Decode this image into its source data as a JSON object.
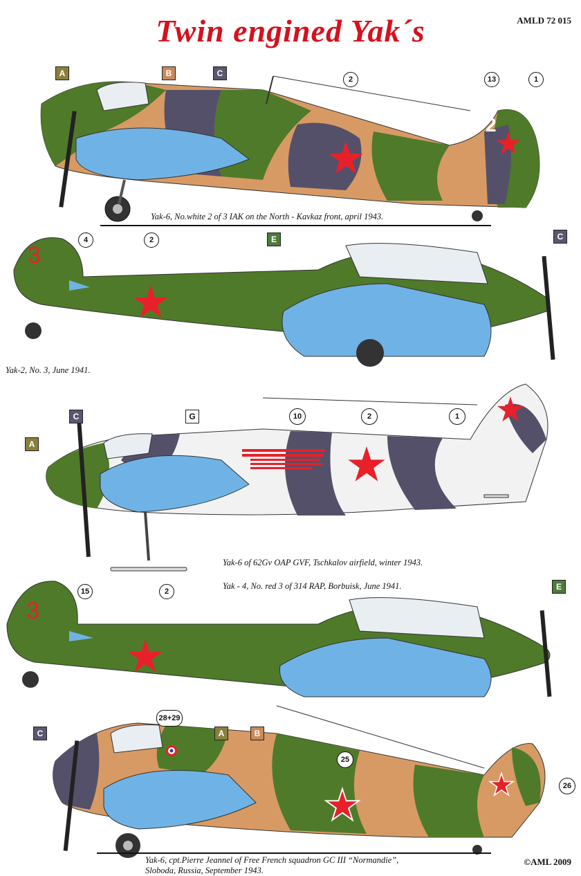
{
  "header": {
    "title": "Twin engined Yak´s",
    "code": "AMLD 72 015"
  },
  "footer": {
    "copyright": "©AML 2009"
  },
  "colors": {
    "title_red": "#d4121e",
    "green": "#4f7a2a",
    "brown": "#5a3f2c",
    "tan": "#d89a64",
    "purple_grey": "#55506a",
    "blue": "#6fb3e6",
    "white": "#f2f2f2",
    "star_red": "#e8202a",
    "badge_A": "#8a7f3c",
    "badge_B": "#c98a5a",
    "badge_C": "#5d5670",
    "badge_E": "#4e7a3a",
    "badge_G": "#ffffff"
  },
  "aircraft": [
    {
      "caption": "Yak-6, No.white 2 of 3 IAK on the North - Kavkaz front, april 1943.",
      "tail_number": "2",
      "badges": [
        "A",
        "B",
        "C"
      ],
      "callouts": [
        "2",
        "13",
        "1"
      ]
    },
    {
      "caption": "Yak-2, No. 3, June 1941.",
      "tail_number": "3",
      "badges": [
        "E",
        "C"
      ],
      "callouts": [
        "4",
        "2"
      ]
    },
    {
      "caption": "Yak-6 of 62Gv OAP GVF, Tschkalov airfield, winter 1943.",
      "tail_number": "",
      "badges": [
        "C",
        "G",
        "A"
      ],
      "callouts": [
        "10",
        "2",
        "1"
      ]
    },
    {
      "caption": "Yak - 4, No. red 3 of 314 RAP, Borbuisk, June 1941.",
      "tail_number": "3",
      "badges": [
        "E"
      ],
      "callouts": [
        "15",
        "2"
      ]
    },
    {
      "caption_line1": "Yak-6, cpt.Pierre Jeannel of Free French squadron GC III “Normandie”,",
      "caption_line2": "Sloboda, Russia, September 1943.",
      "tail_number": "",
      "badges": [
        "C",
        "A",
        "B"
      ],
      "callouts": [
        "28+29",
        "25",
        "26"
      ]
    }
  ]
}
